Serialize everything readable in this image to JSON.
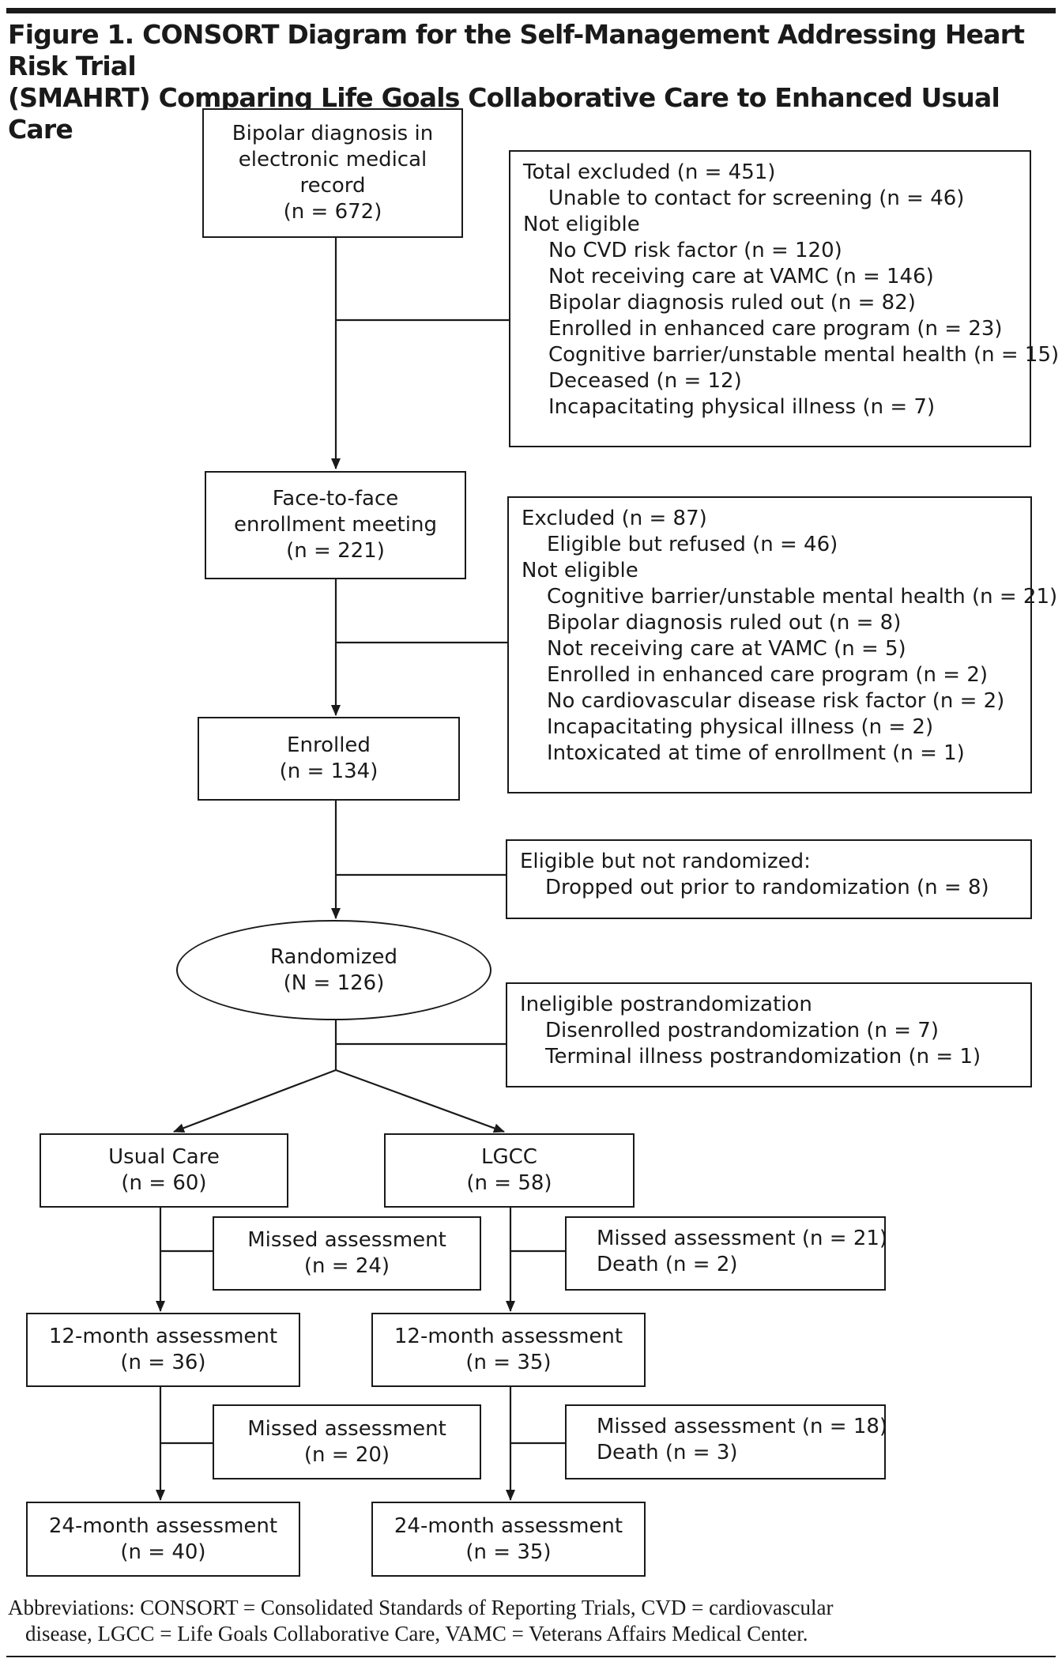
{
  "figure": {
    "title_line1": "Figure 1. CONSORT Diagram for the Self-Management Addressing Heart Risk Trial",
    "title_line2": "(SMAHRT) Comparing Life Goals Collaborative Care to Enhanced Usual Care"
  },
  "boxes": {
    "bipolar": [
      "Bipolar diagnosis in",
      "electronic medical",
      "record",
      "(n = 672)"
    ],
    "face": [
      "Face-to-face",
      "enrollment meeting",
      "(n = 221)"
    ],
    "enrolled": [
      "Enrolled",
      "(n = 134)"
    ],
    "randomized": [
      "Randomized",
      "(N = 126)"
    ],
    "usual_care": [
      "Usual Care",
      "(n = 60)"
    ],
    "lgcc": [
      "LGCC",
      "(n = 58)"
    ],
    "uc_12": [
      "12-month assessment",
      "(n = 36)"
    ],
    "lg_12": [
      "12-month assessment",
      "(n = 35)"
    ],
    "uc_24": [
      "24-month assessment",
      "(n = 40)"
    ],
    "lg_24": [
      "24-month assessment",
      "(n = 35)"
    ]
  },
  "side": {
    "excl1": {
      "heading": "Total excluded (n = 451)",
      "sub1": "Unable to contact for screening (n = 46)",
      "heading2": "Not eligible",
      "items": [
        "No CVD risk factor (n = 120)",
        "Not receiving care at VAMC (n = 146)",
        "Bipolar diagnosis ruled out (n = 82)",
        "Enrolled in enhanced care program (n = 23)",
        "Cognitive barrier/unstable mental health (n = 15)",
        "Deceased (n = 12)",
        "Incapacitating physical illness (n = 7)"
      ]
    },
    "excl2": {
      "heading": "Excluded (n = 87)",
      "sub1": "Eligible but refused (n = 46)",
      "heading2": "Not eligible",
      "items": [
        "Cognitive barrier/unstable mental health (n = 21)",
        "Bipolar diagnosis ruled out (n = 8)",
        "Not receiving care at VAMC (n = 5)",
        "Enrolled in enhanced care program (n = 2)",
        "No cardiovascular disease risk factor (n = 2)",
        "Incapacitating physical illness (n = 2)",
        "Intoxicated at time of enrollment (n = 1)"
      ]
    },
    "notrand": {
      "heading": "Eligible but not randomized:",
      "item": "Dropped out prior to randomization (n = 8)"
    },
    "postrand": {
      "heading": "Ineligible postrandomization",
      "items": [
        "Disenrolled postrandomization (n = 7)",
        "Terminal illness postrandomization (n = 1)"
      ]
    },
    "uc_missed1": [
      "Missed assessment",
      "(n = 24)"
    ],
    "lg_missed1": [
      "Missed assessment (n = 21)",
      "Death (n = 2)"
    ],
    "uc_missed2": [
      "Missed assessment",
      "(n = 20)"
    ],
    "lg_missed2": [
      "Missed assessment (n = 18)",
      "Death (n = 3)"
    ]
  },
  "footnote": {
    "line1": "Abbreviations: CONSORT = Consolidated Standards of Reporting Trials, CVD = cardiovascular",
    "line2": "disease, LGCC = Life Goals Collaborative Care, VAMC = Veterans Affairs Medical Center."
  }
}
